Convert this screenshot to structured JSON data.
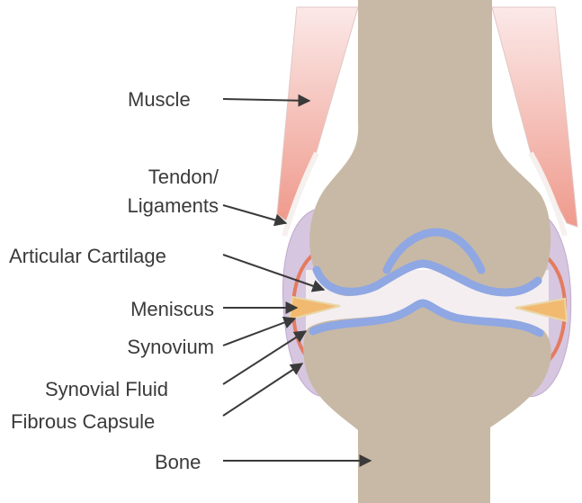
{
  "labels": {
    "muscle": "Muscle",
    "tendon_line1": "Tendon/",
    "tendon_line2": "Ligaments",
    "articular_cartilage": "Articular Cartilage",
    "meniscus": "Meniscus",
    "synovium": "Synovium",
    "synovial_fluid": "Synovial Fluid",
    "fibrous_capsule": "Fibrous Capsule",
    "bone": "Bone"
  },
  "colors": {
    "bone": "#c8b9a6",
    "cartilage": "#8fa7e3",
    "capsule": "#d6c6df",
    "synovium": "#e47b5f",
    "meniscus": "#f2b971",
    "muscle": "#f0b0a8",
    "arrow": "#3a3a3a"
  }
}
